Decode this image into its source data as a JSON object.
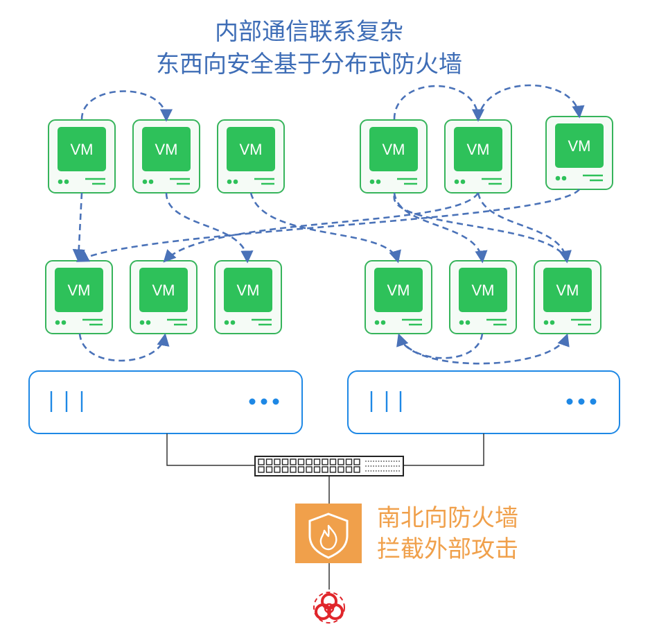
{
  "title": {
    "line1": "内部通信联系复杂",
    "line2": "东西向安全基于分布式防火墙"
  },
  "vm_label": "VM",
  "firewall": {
    "line1": "南北向防火墙",
    "line2": "拦截外部攻击",
    "icon": "shield-fire-icon"
  },
  "threat_icon": "biohazard-icon",
  "colors": {
    "title": "#3e6db6",
    "vm_fill": "#2ec15a",
    "vm_border": "#36b45b",
    "arrow": "#4a72b8",
    "server_border": "#1e88e5",
    "firewall": "#f0a04b",
    "threat": "#e0262b"
  }
}
